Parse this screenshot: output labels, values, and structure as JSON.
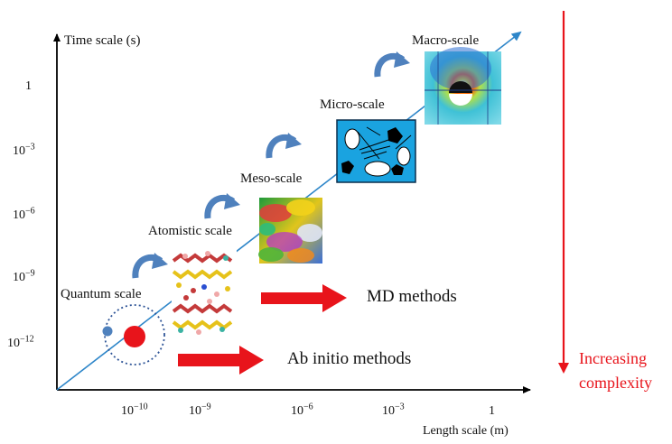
{
  "axes": {
    "y_title": "Time scale (s)",
    "x_title": "Length scale (m)"
  },
  "y_ticks": [
    {
      "base": "1",
      "exp": ""
    },
    {
      "base": "10",
      "exp": "−3"
    },
    {
      "base": "10",
      "exp": "−6"
    },
    {
      "base": "10",
      "exp": "−9"
    },
    {
      "base": "10",
      "exp": "−12"
    }
  ],
  "x_ticks": [
    {
      "base": "10",
      "exp": "−10"
    },
    {
      "base": "10",
      "exp": "−9"
    },
    {
      "base": "10",
      "exp": "−6"
    },
    {
      "base": "10",
      "exp": "−3"
    },
    {
      "base": "1",
      "exp": ""
    }
  ],
  "scales": {
    "quantum": "Quantum scale",
    "atomistic": "Atomistic scale",
    "meso": "Meso-scale",
    "micro": "Micro-scale",
    "macro": "Macro-scale"
  },
  "methods": {
    "md": "MD methods",
    "ab_initio": "Ab initio methods"
  },
  "complexity": {
    "line1": "Increasing",
    "line2": "complexity"
  },
  "colors": {
    "axis": "#000000",
    "diagonal": "#2e86c9",
    "curved_arrow": "#4f81bd",
    "red_arrow": "#e8141b",
    "micro_box": "#1aa3e0"
  }
}
